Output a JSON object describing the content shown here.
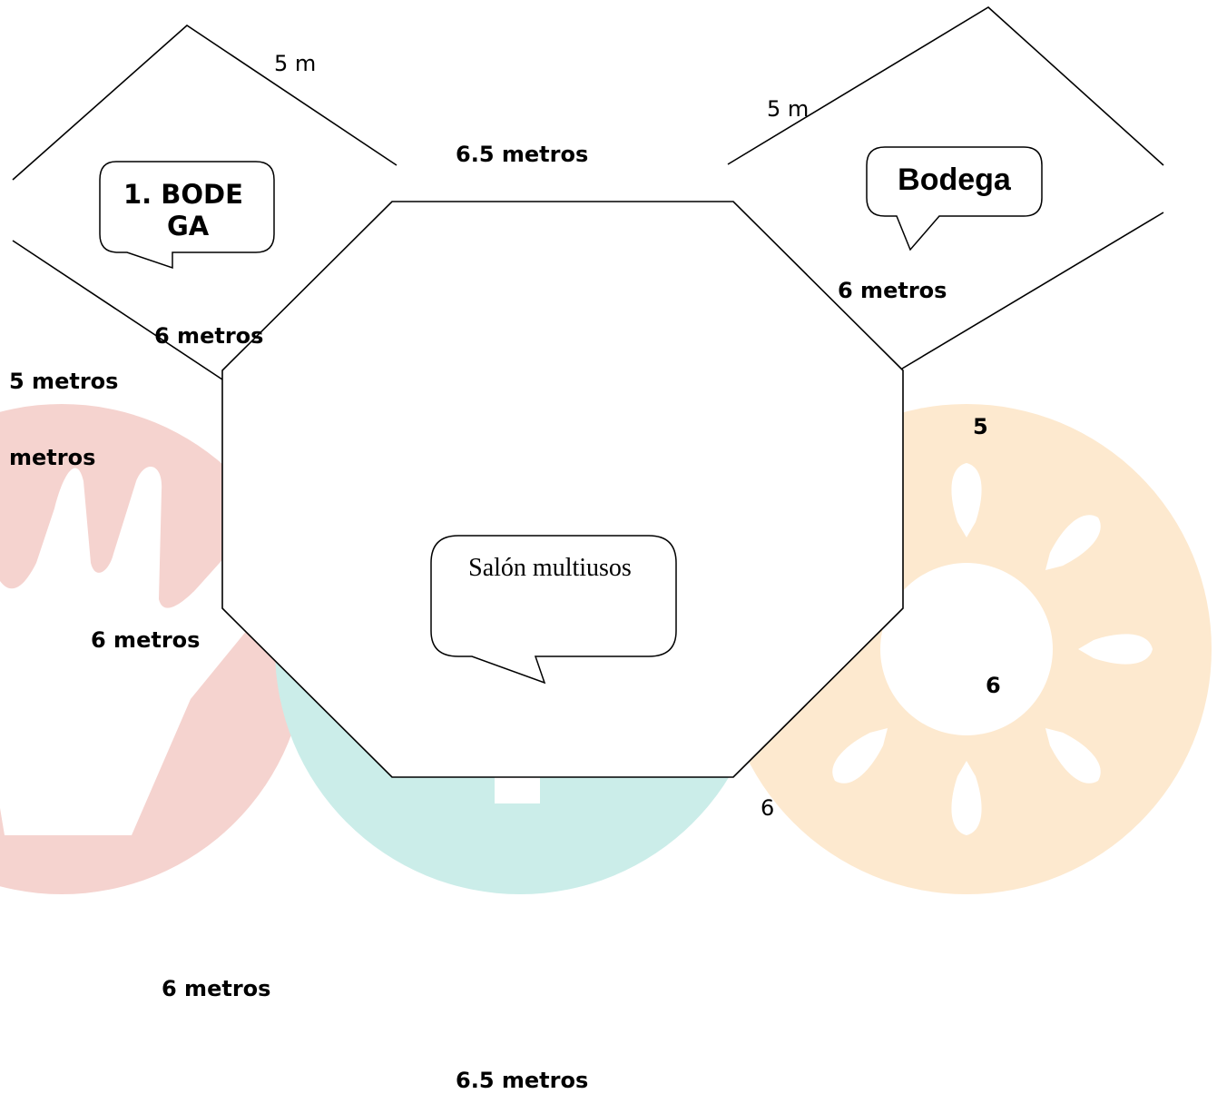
{
  "colors": {
    "hand_logo": "#f5d3cf",
    "teal_logo": "#cbede9",
    "sun_logo": "#fde9cf",
    "outline": "#000000",
    "fill": "#ffffff"
  },
  "callouts": {
    "bodega_left": [
      "1.  BODE",
      "GA"
    ],
    "bodega_right": "Bodega",
    "salon": "Salón multiusos"
  },
  "labels": {
    "left_top_side": "5 m",
    "right_top_side": "5 m",
    "top_side": "6.5 metros",
    "right_inner_side": "6 metros",
    "left_inner_side": "6 metros",
    "left_outer": "5 metros",
    "left_outer_cont": "metros",
    "right_outer": "5",
    "left_lower": "6 metros",
    "right_mid": "6",
    "right_lower": "6",
    "bottom_left": "6 metros",
    "bottom": "6.5 metros"
  }
}
